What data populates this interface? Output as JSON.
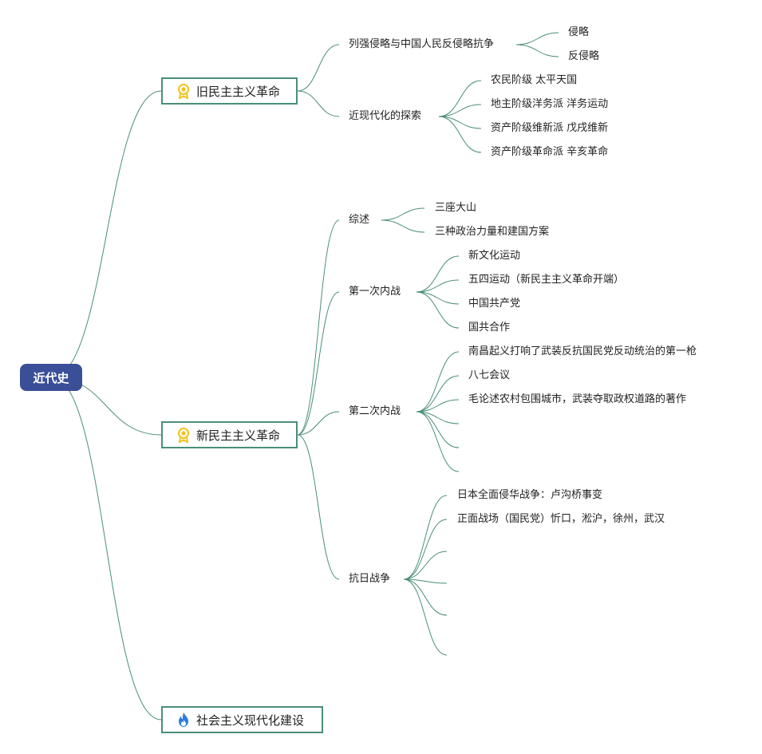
{
  "root": {
    "label": "近代史"
  },
  "branches": [
    {
      "label": "旧民主主义革命",
      "icon": "award-icon",
      "subs": [
        {
          "label": "列强侵略与中国人民反侵略抗争",
          "leaves": [
            "侵略",
            "反侵略"
          ]
        },
        {
          "label": "近现代化的探索",
          "leaves": [
            "农民阶级 太平天国",
            "地主阶级洋务派 洋务运动",
            "资产阶级维新派 戊戌维新",
            "资产阶级革命派 辛亥革命"
          ]
        }
      ]
    },
    {
      "label": "新民主主义革命",
      "icon": "award-icon",
      "subs": [
        {
          "label": "综述",
          "leaves": [
            "三座大山",
            "三种政治力量和建国方案"
          ]
        },
        {
          "label": "第一次内战",
          "leaves": [
            "新文化运动",
            "五四运动（新民主主义革命开端）",
            "中国共产党",
            "国共合作"
          ]
        },
        {
          "label": "第二次内战",
          "leaves": [
            "南昌起义打响了武装反抗国民党反动统治的第一枪",
            "八七会议",
            "毛论述农村包围城市，武装夺取政权道路的著作",
            "",
            "",
            ""
          ]
        },
        {
          "label": "抗日战争",
          "leaves": [
            "日本全面侵华战争：卢沟桥事变",
            "正面战场（国民党）忻口，淞沪，徐州，武汉",
            "",
            "",
            "",
            ""
          ]
        }
      ]
    },
    {
      "label": "社会主义现代化建设",
      "icon": "flame-icon",
      "subs": []
    }
  ],
  "colors": {
    "root": "#3a4f97",
    "line": "#4a8e79",
    "award": "#f2c21b",
    "flame": "#2d7be0"
  }
}
